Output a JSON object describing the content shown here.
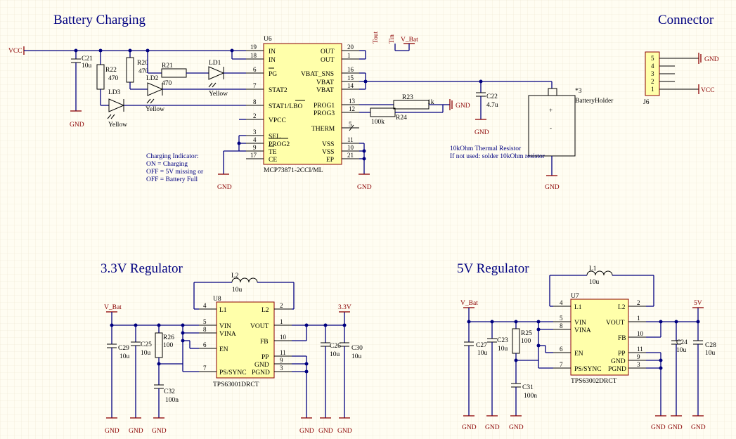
{
  "sections": {
    "battery": "Battery Charging",
    "connector": "Connector",
    "reg33": "3.3V Regulator",
    "reg5": "5V Regulator"
  },
  "nets": {
    "vcc": "VCC",
    "gnd": "GND",
    "vbat": "V_Bat",
    "v33": "3.3V",
    "v5": "5V",
    "tout": "Tout",
    "tin": "Tin"
  },
  "u6": {
    "ref": "U6",
    "part": "MCP73871-2CCI/ML",
    "left_pins": [
      {
        "num": "19",
        "name": "IN"
      },
      {
        "num": "18",
        "name": "IN"
      },
      {
        "num": "6",
        "name": "PG"
      },
      {
        "num": "7",
        "name": "STAT2"
      },
      {
        "num": "8",
        "name": "STAT1/LBO"
      },
      {
        "num": "2",
        "name": "VPCC"
      },
      {
        "num": "3",
        "name": "SEL"
      },
      {
        "num": "4",
        "name": "PROG2"
      },
      {
        "num": "9",
        "name": "TE"
      },
      {
        "num": "17",
        "name": "CE"
      }
    ],
    "right_pins": [
      {
        "num": "20",
        "name": "OUT"
      },
      {
        "num": "1",
        "name": "OUT"
      },
      {
        "num": "16",
        "name": "VBAT_SNS"
      },
      {
        "num": "15",
        "name": "VBAT"
      },
      {
        "num": "14",
        "name": "VBAT"
      },
      {
        "num": "13",
        "name": "PROG1"
      },
      {
        "num": "12",
        "name": "PROG3"
      },
      {
        "num": "5",
        "name": "THERM"
      },
      {
        "num": "11",
        "name": "VSS"
      },
      {
        "num": "10",
        "name": "VSS"
      },
      {
        "num": "21",
        "name": "EP"
      }
    ]
  },
  "battery_parts": {
    "c21": {
      "ref": "C21",
      "val": "10u"
    },
    "r22": {
      "ref": "R22",
      "val": "470"
    },
    "r20": {
      "ref": "R20",
      "val": "470"
    },
    "r21": {
      "ref": "R21",
      "val": "470"
    },
    "ld1": {
      "ref": "LD1",
      "val": "Yellow"
    },
    "ld2": {
      "ref": "LD2",
      "val": "Yellow"
    },
    "ld3": {
      "ref": "LD3",
      "val": "Yellow"
    },
    "r23": {
      "ref": "R23",
      "val": "1k"
    },
    "r24": {
      "ref": "R24",
      "val": "100k"
    },
    "c22": {
      "ref": "C22",
      "val": "4.7u"
    },
    "holder": {
      "ref": "*3",
      "val": "BatteryHolder"
    }
  },
  "notes": {
    "charging": [
      "Charging Indicator:",
      "ON = Charging",
      "OFF = 5V missing or",
      "OFF = Battery Full"
    ],
    "therm": [
      "10kOhm Thermal Resistor",
      "If not used: solder 10kOhm resistor"
    ]
  },
  "j6": {
    "ref": "J6",
    "pins": [
      "5",
      "4",
      "3",
      "2",
      "1"
    ]
  },
  "u8": {
    "ref": "U8",
    "part": "TPS63001DRCT",
    "left_pins": [
      {
        "num": "4",
        "name": "L1"
      },
      {
        "num": "5",
        "name": "VIN"
      },
      {
        "num": "8",
        "name": "VINA"
      },
      {
        "num": "6",
        "name": "EN"
      },
      {
        "num": "7",
        "name": "PS/SYNC"
      }
    ],
    "right_pins": [
      {
        "num": "2",
        "name": "L2"
      },
      {
        "num": "1",
        "name": "VOUT"
      },
      {
        "num": "10",
        "name": "FB"
      },
      {
        "num": "11",
        "name": "PP"
      },
      {
        "num": "9",
        "name": "GND"
      },
      {
        "num": "3",
        "name": "PGND"
      }
    ]
  },
  "reg33_parts": {
    "l2": {
      "ref": "L2",
      "val": "10u"
    },
    "c29": {
      "ref": "C29",
      "val": "10u"
    },
    "c25": {
      "ref": "C25",
      "val": "10u"
    },
    "r26": {
      "ref": "R26",
      "val": "100"
    },
    "c32": {
      "ref": "C32",
      "val": "100n"
    },
    "c26": {
      "ref": "C26",
      "val": "10u"
    },
    "c30": {
      "ref": "C30",
      "val": "10u"
    }
  },
  "u7": {
    "ref": "U7",
    "part": "TPS63002DRCT",
    "left_pins": [
      {
        "num": "4",
        "name": "L1"
      },
      {
        "num": "5",
        "name": "VIN"
      },
      {
        "num": "8",
        "name": "VINA"
      },
      {
        "num": "6",
        "name": "EN"
      },
      {
        "num": "7",
        "name": "PS/SYNC"
      }
    ],
    "right_pins": [
      {
        "num": "2",
        "name": "L2"
      },
      {
        "num": "1",
        "name": "VOUT"
      },
      {
        "num": "10",
        "name": "FB"
      },
      {
        "num": "11",
        "name": "PP"
      },
      {
        "num": "9",
        "name": "GND"
      },
      {
        "num": "3",
        "name": "PGND"
      }
    ]
  },
  "reg5_parts": {
    "l1": {
      "ref": "L1",
      "val": "10u"
    },
    "c27": {
      "ref": "C27",
      "val": "10u"
    },
    "c23": {
      "ref": "C23",
      "val": "10u"
    },
    "r25": {
      "ref": "R25",
      "val": "100"
    },
    "c31": {
      "ref": "C31",
      "val": "100n"
    },
    "c24": {
      "ref": "C24",
      "val": "10u"
    },
    "c28": {
      "ref": "C28",
      "val": "10u"
    }
  }
}
